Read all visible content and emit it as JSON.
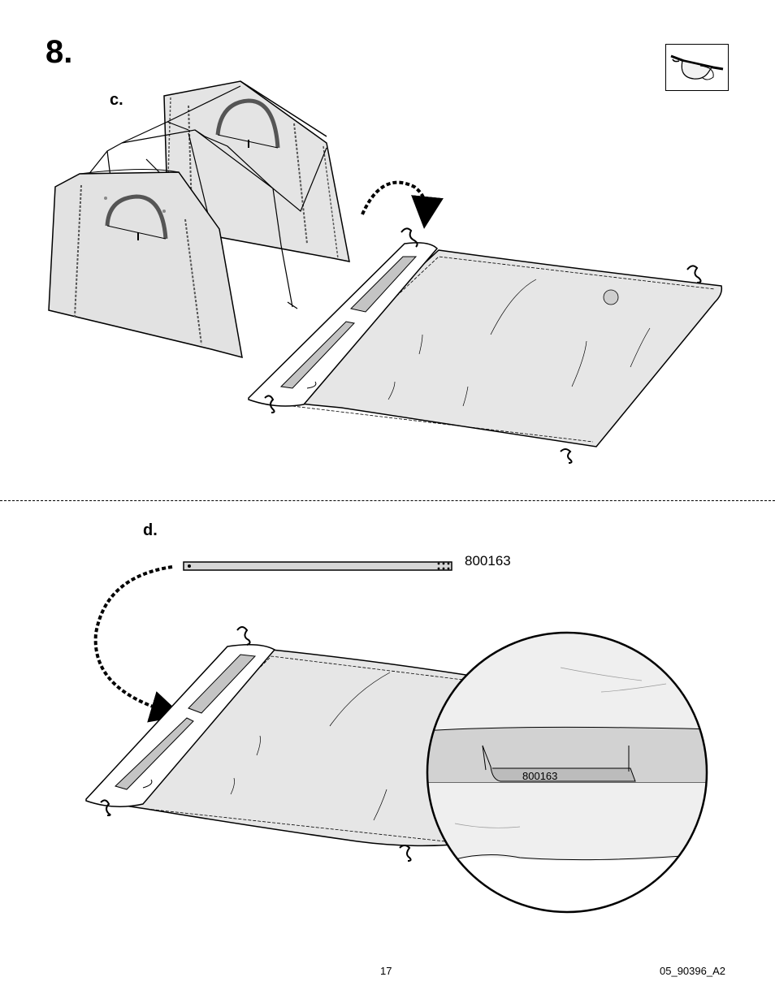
{
  "step": {
    "number": "8."
  },
  "substeps": {
    "c": "c.",
    "d": "d."
  },
  "safety_icon": {
    "icon": "safety-glasses-icon"
  },
  "part": {
    "code": "800163",
    "detail_code": "800163"
  },
  "footer": {
    "page_number": "17",
    "doc_code": "05_90396_A2"
  },
  "colors": {
    "fabric": "#e6e6e6",
    "fabric_dark": "#d0d0d0",
    "fabric_side": "#dcdcdc",
    "stroke": "#000000"
  }
}
